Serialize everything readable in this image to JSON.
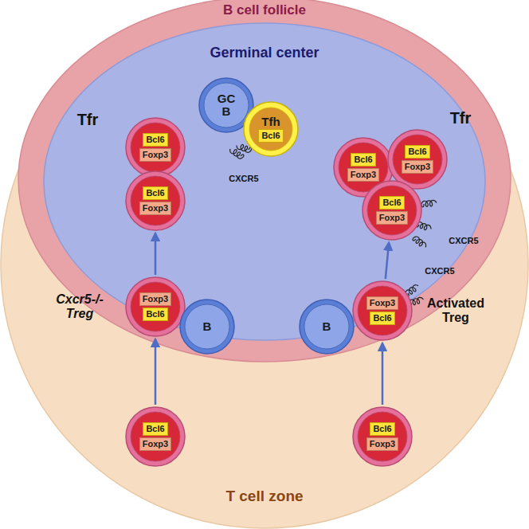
{
  "diagram": {
    "nodes": [
      {
        "text": [
          "T cell zone"
        ]
      },
      {
        "text": [
          "B cell follicle"
        ],
        "in": 0
      },
      {
        "text": [
          "Germinal center"
        ],
        "in": 1
      },
      {
        "text": [
          "GC B"
        ],
        "in": 2
      },
      {
        "text": [
          "Tfh",
          "Bcl6"
        ],
        "in": 2
      },
      {
        "text": [
          "Bcl6",
          "Foxp3"
        ],
        "in": 2
      },
      {
        "text": [
          "Bcl6",
          "Foxp3"
        ],
        "in": 2
      },
      {
        "text": [
          "Bcl6",
          "Foxp3"
        ],
        "in": 2
      },
      {
        "text": [
          "Bcl6",
          "Foxp3"
        ],
        "in": 2
      },
      {
        "text": [
          "Bcl6",
          "Foxp3"
        ],
        "in": 2
      },
      {
        "text": [
          "Foxp3",
          "Bcl6"
        ],
        "in": 1
      },
      {
        "text": [
          "B"
        ],
        "in": 1
      },
      {
        "text": [
          "B"
        ],
        "in": 1
      },
      {
        "text": [
          "Foxp3",
          "Bcl6"
        ],
        "in": 1
      },
      {
        "text": [
          "Bcl6",
          "Foxp3"
        ],
        "in": 0
      },
      {
        "text": [
          "Bcl6",
          "Foxp3"
        ],
        "in": 0
      }
    ],
    "edges": [
      {
        "from": 14,
        "to": 10,
        "arrow": "to"
      },
      {
        "from": 10,
        "to": 6,
        "arrow": "to"
      },
      {
        "from": 15,
        "to": 13,
        "arrow": "to"
      },
      {
        "from": 13,
        "to": 9,
        "arrow": "to"
      }
    ],
    "labels": [
      "Tfr",
      "Tfr",
      "Cxcr5-/- Treg",
      "Activated Treg",
      "CXCR5",
      "CXCR5",
      "CXCR5"
    ]
  }
}
